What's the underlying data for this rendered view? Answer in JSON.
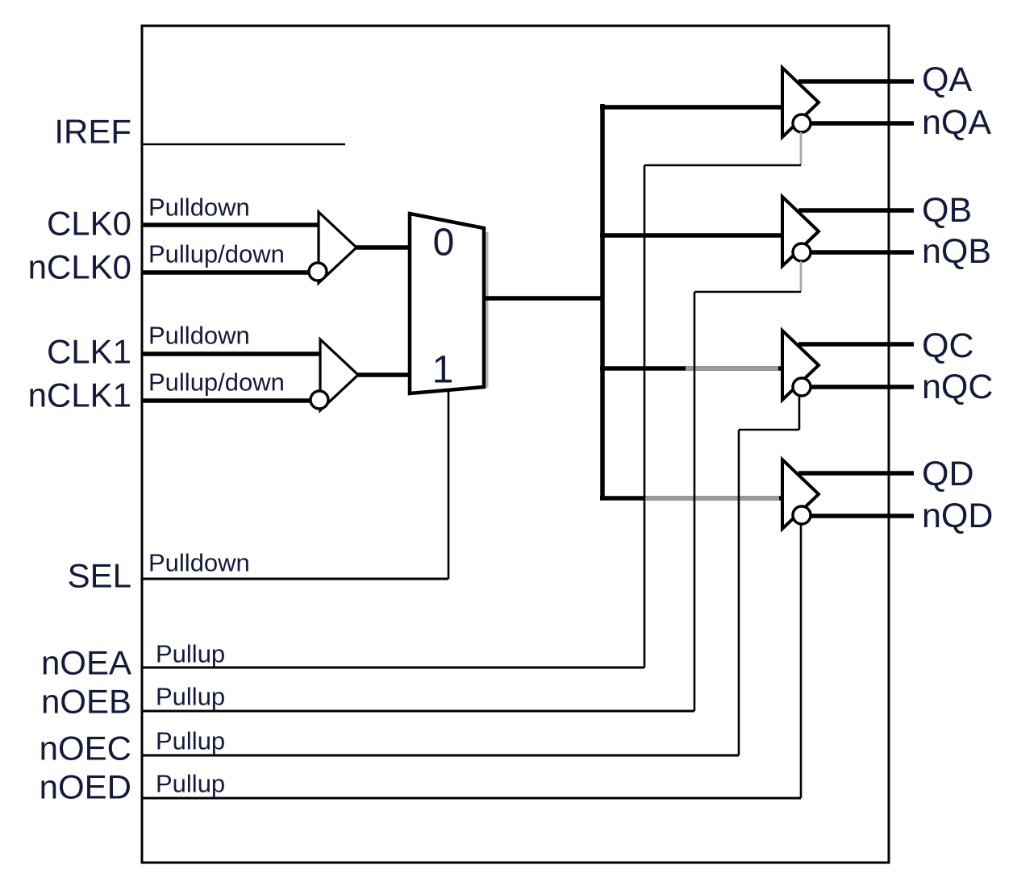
{
  "left_ports": {
    "iref": {
      "label": "IREF"
    },
    "clk0": {
      "label": "CLK0",
      "pull": "Pulldown"
    },
    "nclk0": {
      "label": "nCLK0",
      "pull": "Pullup/down"
    },
    "clk1": {
      "label": "CLK1",
      "pull": "Pulldown"
    },
    "nclk1": {
      "label": "nCLK1",
      "pull": "Pullup/down"
    },
    "sel": {
      "label": "SEL",
      "pull": "Pulldown"
    },
    "noea": {
      "label": "nOEA",
      "pull": "Pullup"
    },
    "noeb": {
      "label": "nOEB",
      "pull": "Pullup"
    },
    "noec": {
      "label": "nOEC",
      "pull": "Pullup"
    },
    "noed": {
      "label": "nOED",
      "pull": "Pullup"
    }
  },
  "mux": {
    "input0_label": "0",
    "input1_label": "1"
  },
  "right_ports": {
    "qa": {
      "label": "QA"
    },
    "nqa": {
      "label": "nQA"
    },
    "qb": {
      "label": "QB"
    },
    "nqb": {
      "label": "nQB"
    },
    "qc": {
      "label": "QC"
    },
    "nqc": {
      "label": "nQC"
    },
    "qd": {
      "label": "QD"
    },
    "nqd": {
      "label": "nQD"
    }
  },
  "colors": {
    "line": "#000000",
    "text": "#141a3c",
    "gray_artifact": "#a8a8a8",
    "background": "#ffffff"
  }
}
